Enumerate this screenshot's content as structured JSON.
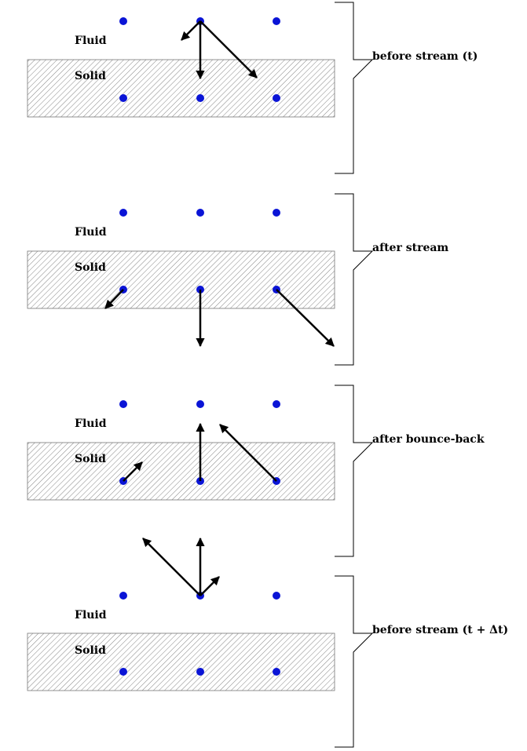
{
  "panels": [
    {
      "fluid_label": "Fluid",
      "solid_label": "Solid",
      "stage_label": "before stream (t)"
    },
    {
      "fluid_label": "Fluid",
      "solid_label": "Solid",
      "stage_label": "after stream"
    },
    {
      "fluid_label": "Fluid",
      "solid_label": "Solid",
      "stage_label": "after bounce-back"
    },
    {
      "fluid_label": "Fluid",
      "solid_label": "Solid",
      "stage_label": "before stream (t + Δt)"
    }
  ],
  "colors": {
    "node": "#0a14d6",
    "arrow": "#000000",
    "hatch": "#666666",
    "bracket": "#000000"
  }
}
